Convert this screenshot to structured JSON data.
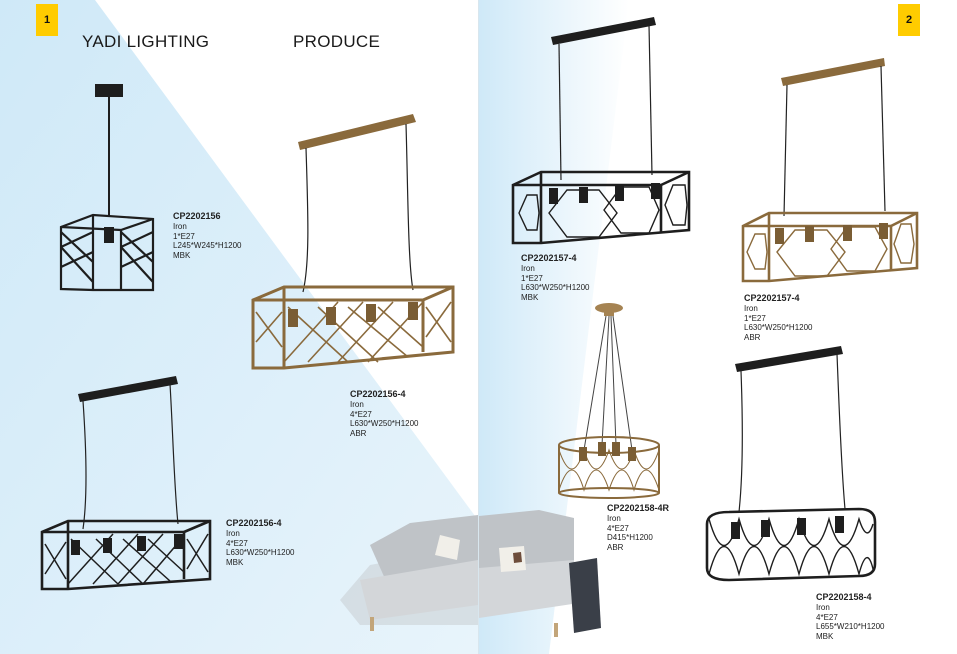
{
  "pages": {
    "left": {
      "number": "1",
      "brand": "YADI LIGHTING",
      "section": "PRODUCE"
    },
    "right": {
      "number": "2"
    }
  },
  "products": [
    {
      "code": "CP2202156",
      "material": "Iron",
      "bulbs": "1*E27",
      "size": "L245*W245*H1200",
      "finish": "MBK"
    },
    {
      "code": "CP2202156-4",
      "material": "Iron",
      "bulbs": "4*E27",
      "size": "L630*W250*H1200",
      "finish": "ABR"
    },
    {
      "code": "CP2202156-4",
      "material": "Iron",
      "bulbs": "4*E27",
      "size": "L630*W250*H1200",
      "finish": "MBK"
    },
    {
      "code": "CP2202157-4",
      "material": "Iron",
      "bulbs": "1*E27",
      "size": "L630*W250*H1200",
      "finish": "MBK"
    },
    {
      "code": "CP2202157-4",
      "material": "Iron",
      "bulbs": "1*E27",
      "size": "L630*W250*H1200",
      "finish": "ABR"
    },
    {
      "code": "CP2202158-4R",
      "material": "Iron",
      "bulbs": "4*E27",
      "size": "D415*H1200",
      "finish": "ABR"
    },
    {
      "code": "CP2202158-4",
      "material": "Iron",
      "bulbs": "4*E27",
      "size": "L655*W210*H1200",
      "finish": "MBK"
    }
  ],
  "colors": {
    "badge": "#ffcc00",
    "matte_black": "#1e1e1e",
    "antique_brass": "#8a6a3c",
    "backdrop_blue": "#d6ecf8"
  }
}
